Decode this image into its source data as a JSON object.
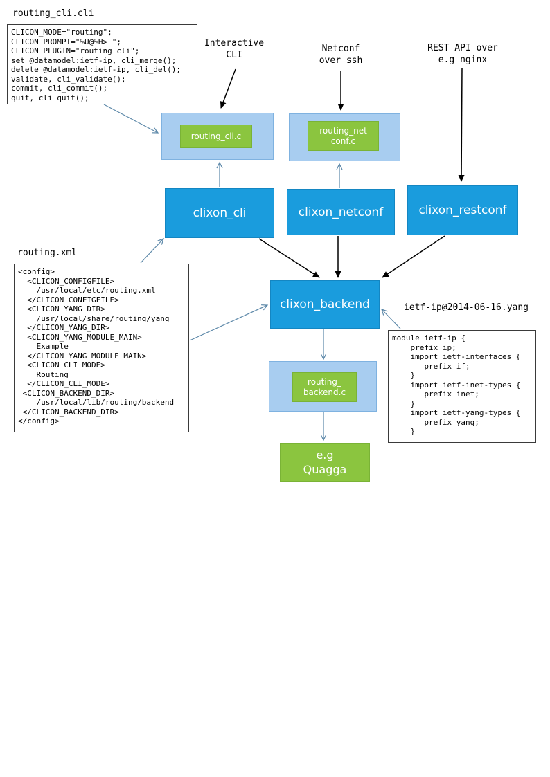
{
  "diagram": {
    "annotations": {
      "cli_file_title": "routing_cli.cli",
      "cli_file_code": "CLICON_MODE=\"routing\";\nCLICON_PROMPT=\"%U@%H> \";\nCLICON_PLUGIN=\"routing_cli\";\nset @datamodel:ietf-ip, cli_merge();\ndelete @datamodel:ietf-ip, cli_del();\nvalidate, cli_validate();\ncommit, cli_commit();\nquit, cli_quit();",
      "interactive_cli": "Interactive\nCLI",
      "netconf_over_ssh": "Netconf\nover ssh",
      "rest_api": "REST API over\ne.g nginx",
      "xml_title": "routing.xml",
      "xml_code": "<config>\n  <CLICON_CONFIGFILE>\n    /usr/local/etc/routing.xml\n  </CLICON_CONFIGFILE>\n  <CLICON_YANG_DIR>\n    /usr/local/share/routing/yang\n  </CLICON_YANG_DIR>\n  <CLICON_YANG_MODULE_MAIN>\n    Example\n  </CLICON_YANG_MODULE_MAIN>\n  <CLICON_CLI_MODE>\n    Routing\n  </CLICON_CLI_MODE>\n <CLICON_BACKEND_DIR>\n    /usr/local/lib/routing/backend\n </CLICON_BACKEND_DIR>\n</config>",
      "yang_title": "ietf-ip@2014-06-16.yang",
      "yang_code": "module ietf-ip {\n    prefix ip;\n    import ietf-interfaces {\n       prefix if;\n    }\n    import ietf-inet-types {\n       prefix inet;\n    }\n    import ietf-yang-types {\n       prefix yang;\n    }"
    },
    "nodes": {
      "routing_cli_c": "routing_cli.c",
      "routing_netconf_c": "routing_net\nconf.c",
      "clixon_cli": "clixon_cli",
      "clixon_netconf": "clixon_netconf",
      "clixon_restconf": "clixon_restconf",
      "clixon_backend": "clixon_backend",
      "routing_backend_c": "routing_\nbackend.c",
      "quagga": "e.g\nQuagga"
    },
    "colors": {
      "node_blue": "#1a9cdd",
      "node_blue_border": "#1486c2",
      "node_light_blue": "#a8cdf0",
      "node_light_blue_border": "#7fb2e0",
      "node_green": "#8bc53f",
      "node_green_border": "#7ab336",
      "connector_blue": "#5b87a8",
      "connector_black": "#000000"
    }
  }
}
